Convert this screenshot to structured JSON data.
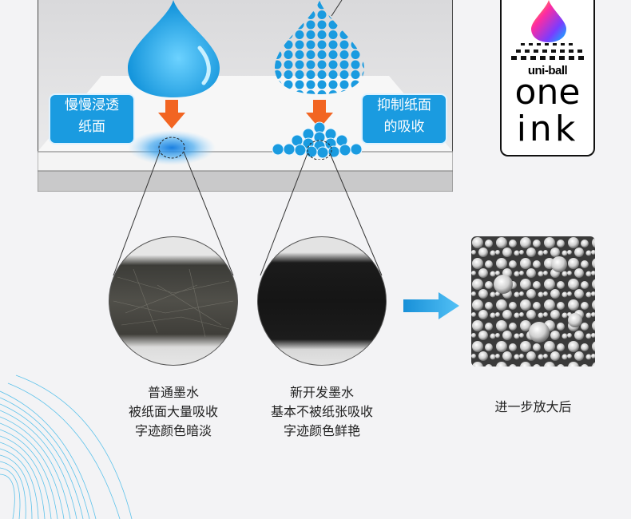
{
  "left_label": [
    "慢慢浸透",
    "纸面"
  ],
  "right_label": [
    "抑制纸面",
    "的吸收"
  ],
  "brand": {
    "small": "uni-ball",
    "line1": "one",
    "line2": "ink"
  },
  "captions": {
    "ordinary": [
      "普通墨水",
      "被纸面大量吸收",
      "字迹颜色暗淡"
    ],
    "new": [
      "新开发墨水",
      "基本不被纸张吸收",
      "字迹颜色鲜艳"
    ],
    "magnified": "进一步放大后"
  },
  "colors": {
    "accent_blue": "#1a9be0",
    "arrow_orange": "#f26522",
    "background": "#f3f3f5"
  }
}
